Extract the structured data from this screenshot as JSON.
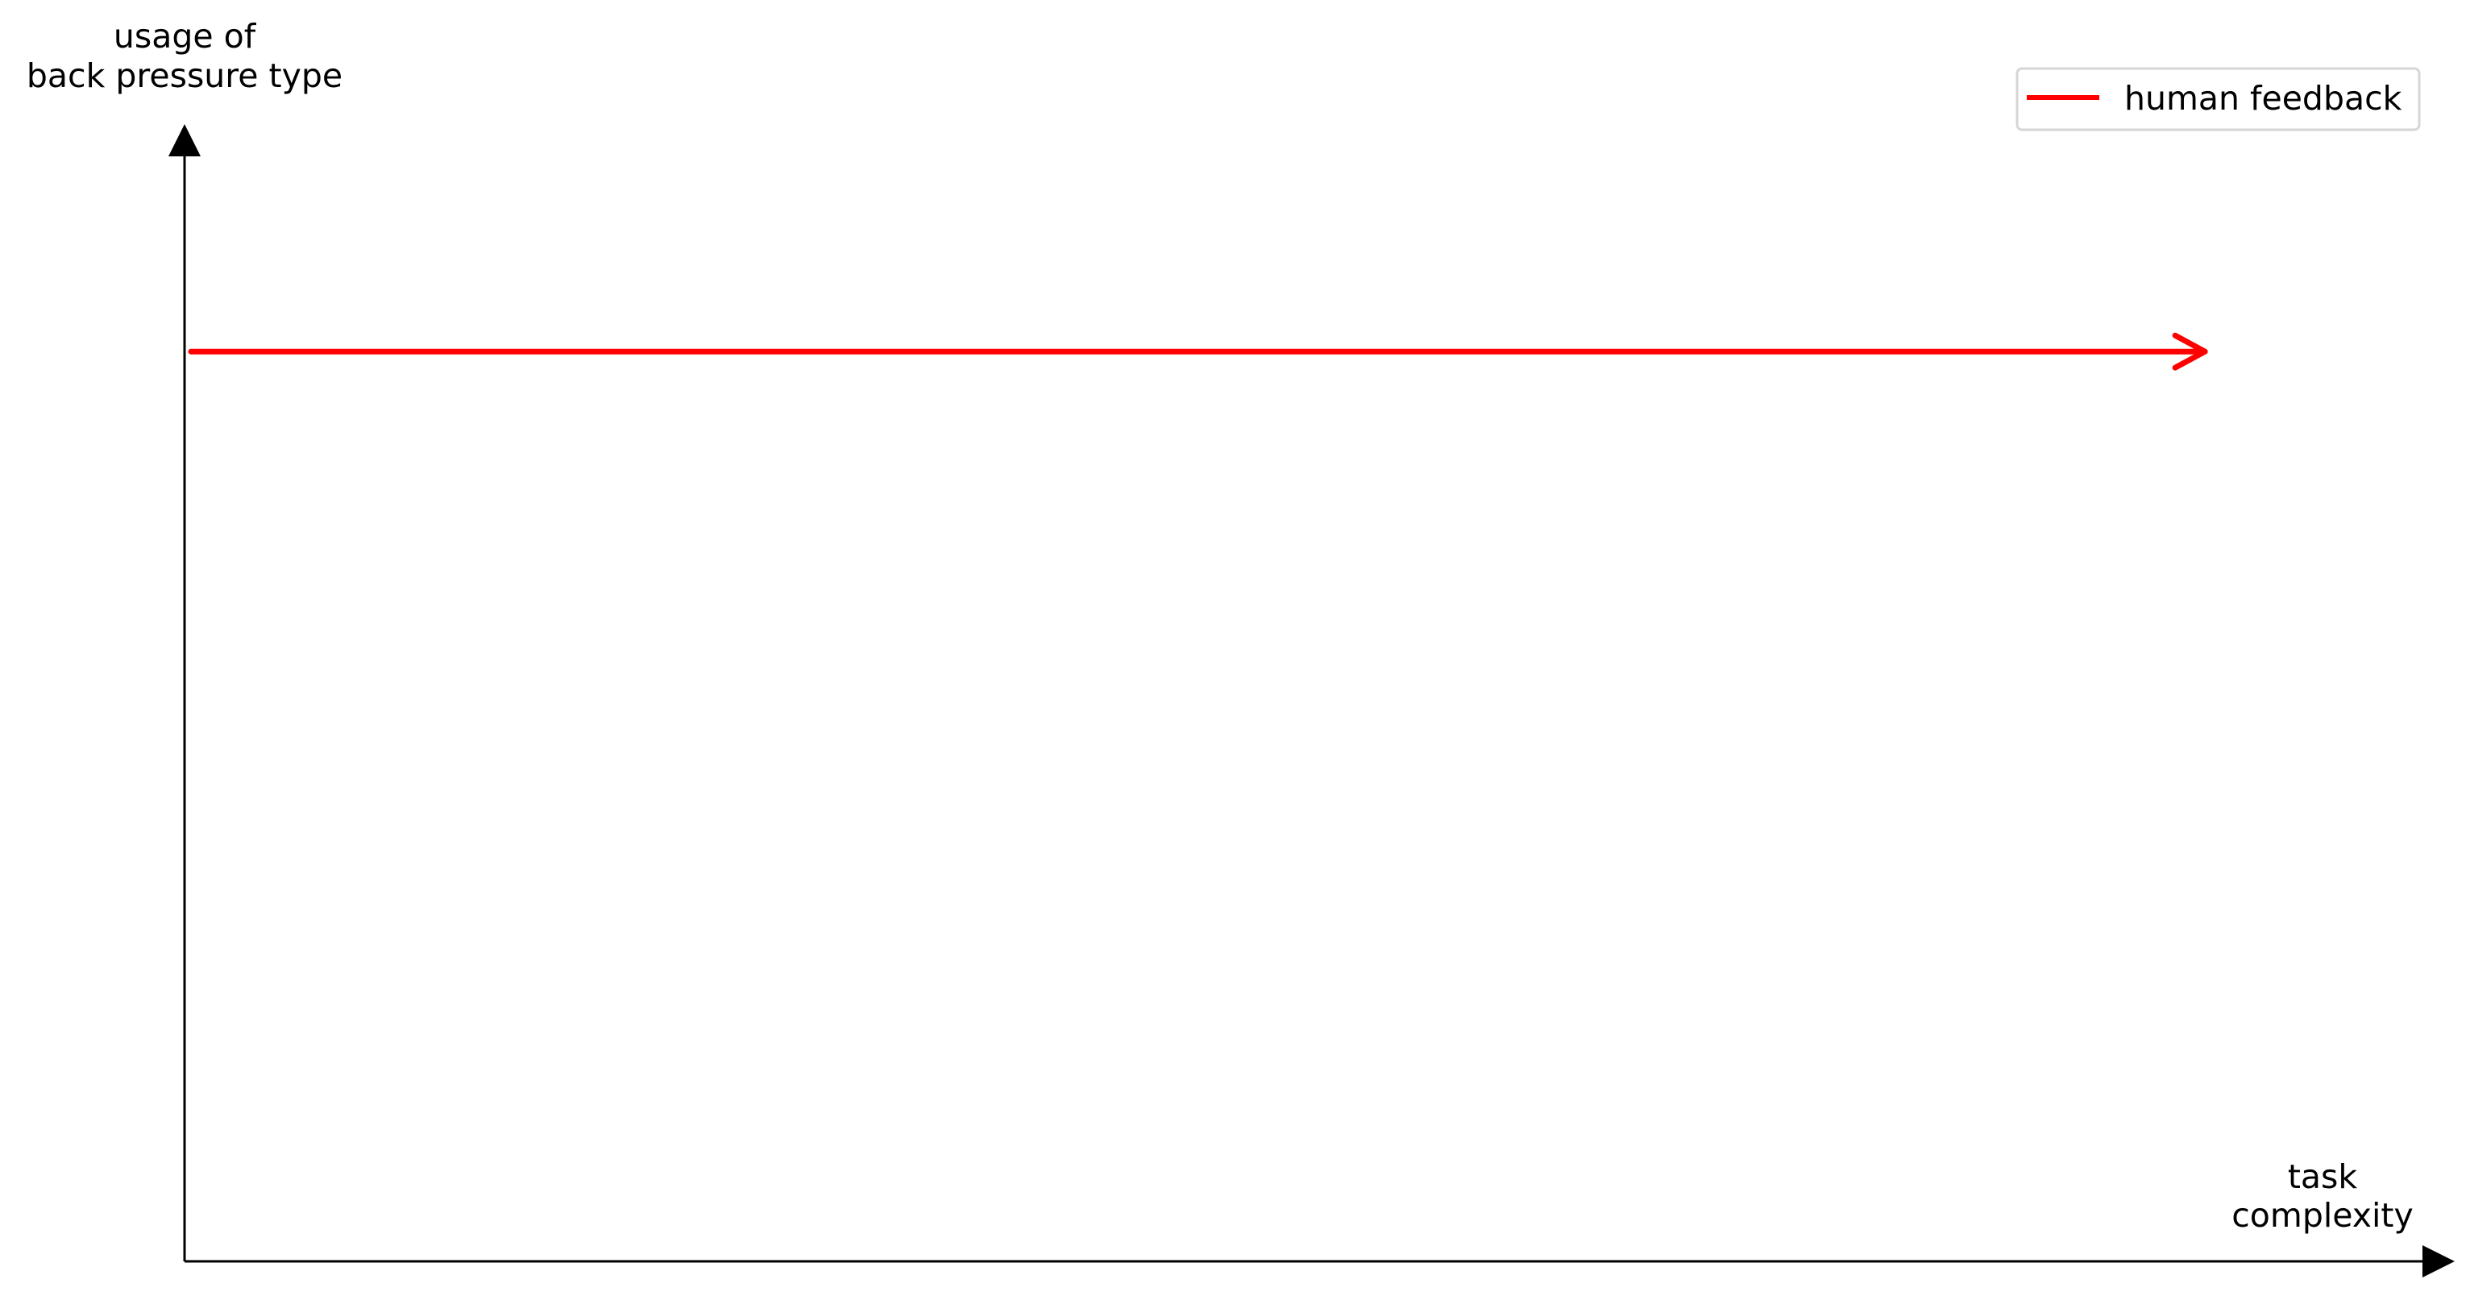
{
  "chart_data": {
    "type": "line",
    "title": "",
    "xlabel": [
      "task",
      "complexity"
    ],
    "ylabel": [
      "usage of",
      "back pressure type"
    ],
    "xlim": [
      0,
      1
    ],
    "ylim": [
      0,
      1
    ],
    "grid": false,
    "legend_placement": "top-right",
    "series": [
      {
        "name": "human feedback",
        "color": "#ff0000",
        "x": [
          0.0,
          0.89
        ],
        "y": [
          0.8,
          0.8
        ],
        "arrow_end": true
      }
    ]
  }
}
